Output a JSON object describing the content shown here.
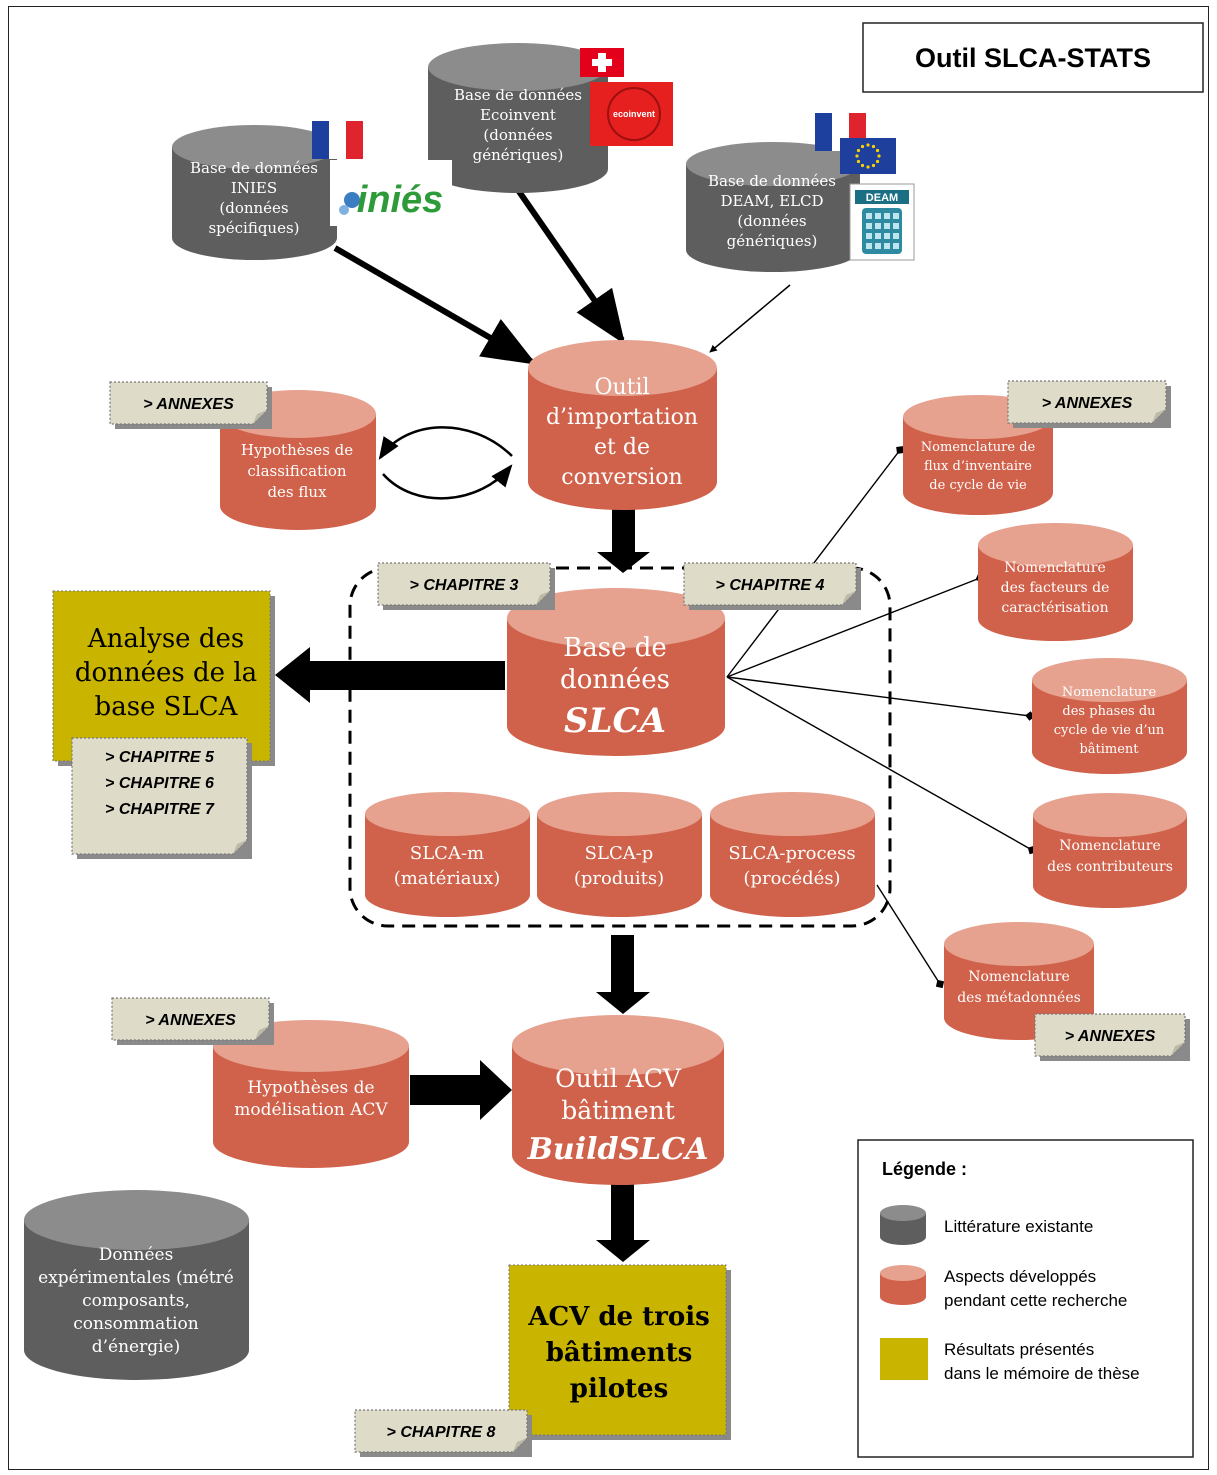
{
  "title": "Outil SLCA-STATS",
  "colors": {
    "grey_top": "#8c8c8c",
    "grey_body": "#5e5e5e",
    "red_top": "#e6a18f",
    "red_body": "#d0614a",
    "yellow": "#c9b400",
    "note": "#dedcc8"
  },
  "nodes": {
    "inies": [
      "Base de données",
      "INIES",
      "(données",
      "spécifiques)"
    ],
    "ecoinvent": [
      "Base de données",
      "Ecoinvent",
      "(données",
      "génériques)"
    ],
    "deam": [
      "Base de données",
      "DEAM, ELCD",
      "(données",
      "génériques)"
    ],
    "import": [
      "Outil",
      "d’importation",
      "et de",
      "conversion"
    ],
    "hyp_class": [
      "Hypothèses de",
      "classification",
      "des flux"
    ],
    "nom_flux": [
      "Nomenclature de",
      "flux d’inventaire",
      "de cycle de vie"
    ],
    "nom_fact": [
      "Nomenclature",
      "des facteurs de",
      "caractérisation"
    ],
    "nom_phases": [
      "Nomenclature",
      "des phases du",
      "cycle de vie d’un",
      "bâtiment"
    ],
    "nom_contrib": [
      "Nomenclature",
      "des contributeurs"
    ],
    "nom_meta": [
      "Nomenclature",
      "des métadonnées"
    ],
    "slca_db": [
      "Base de",
      "données"
    ],
    "slca_db_em": "SLCA",
    "slca_m": [
      "SLCA-m",
      "(matériaux)"
    ],
    "slca_p": [
      "SLCA-p",
      "(produits)"
    ],
    "slca_process": [
      "SLCA-process",
      "(procédés)"
    ],
    "analyse": [
      "Analyse des",
      "données de la",
      "base SLCA"
    ],
    "hyp_model": [
      "Hypothèses de",
      "modélisation ACV"
    ],
    "outil_acv": [
      "Outil ACV",
      "bâtiment"
    ],
    "outil_acv_em": "BuildSLCA",
    "donnees_exp": [
      "Données",
      "expérimentales (métré",
      "composants,",
      "consommation",
      "d’énergie)"
    ],
    "acv_trois": [
      "ACV de trois",
      "bâtiments",
      "pilotes"
    ]
  },
  "notes": {
    "annexes_1": "> ANNEXES",
    "annexes_2": "> ANNEXES",
    "annexes_3": "> ANNEXES",
    "annexes_4": "> ANNEXES",
    "chapitre_3": "> CHAPITRE 3",
    "chapitre_4": "> CHAPITRE 4",
    "chapitres_567": [
      "> CHAPITRE 5",
      "> CHAPITRE 6",
      "> CHAPITRE 7"
    ],
    "chapitre_8": "> CHAPITRE 8"
  },
  "logos": {
    "inies": "iniés",
    "ecoinvent": "ecoinvent",
    "deam": "DEAM"
  },
  "legend": {
    "title": "Légende :",
    "items": [
      {
        "label": [
          "Littérature existante"
        ],
        "kind": "grey"
      },
      {
        "label": [
          "Aspects développés",
          "pendant cette recherche"
        ],
        "kind": "red"
      },
      {
        "label": [
          "Résultats présentés",
          "dans le mémoire de thèse"
        ],
        "kind": "yellow"
      }
    ]
  }
}
